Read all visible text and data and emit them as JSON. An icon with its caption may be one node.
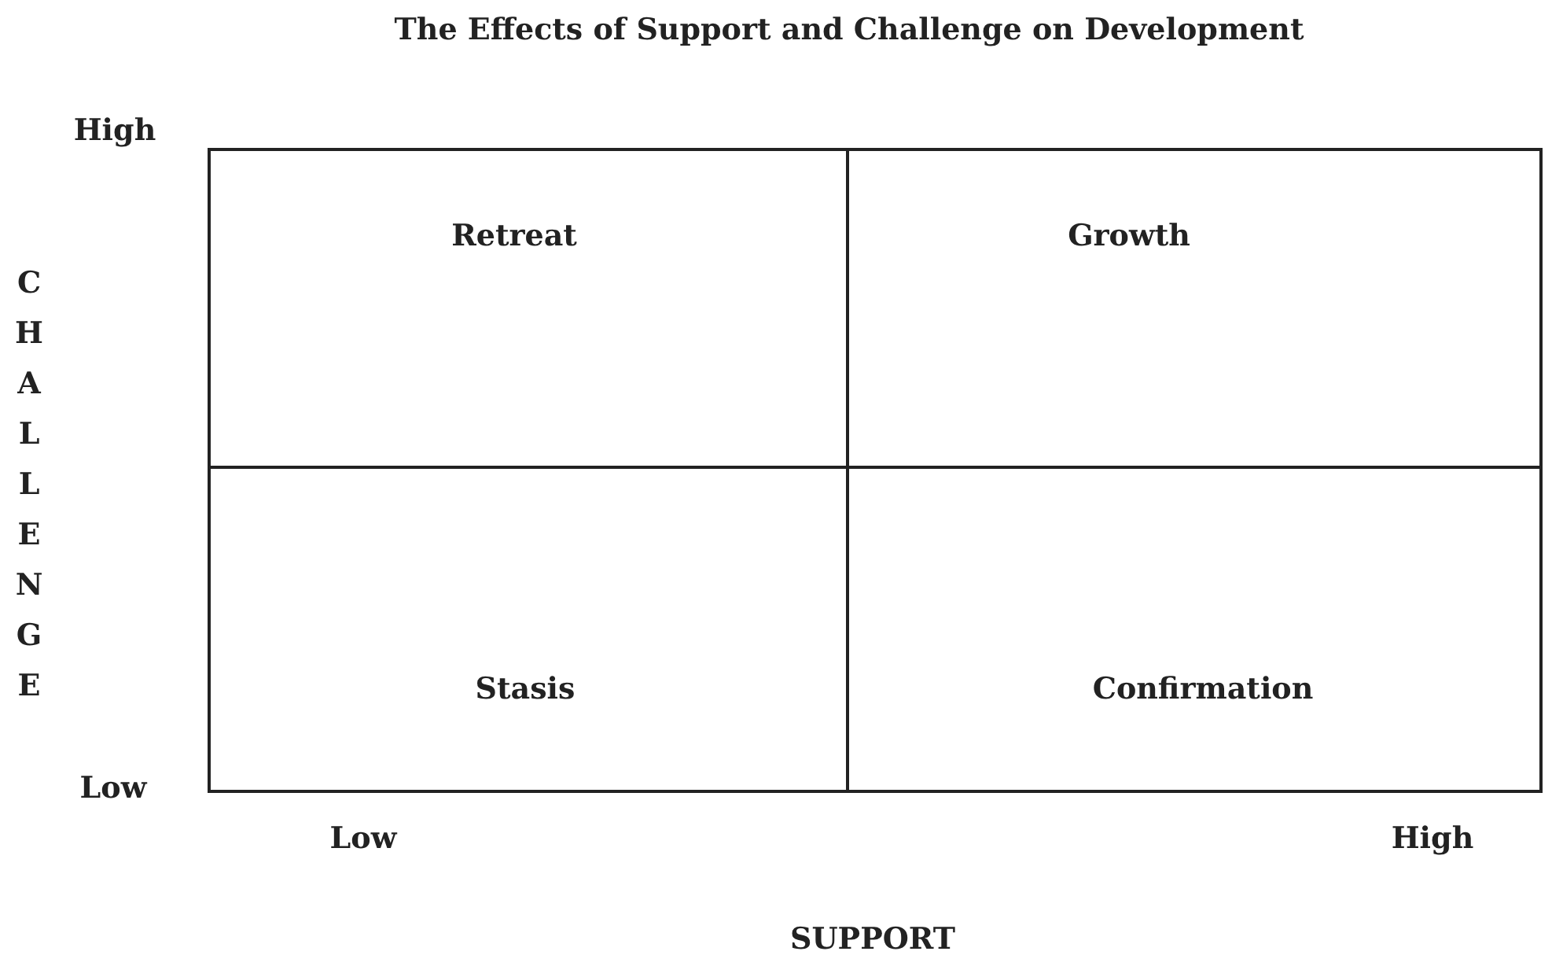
{
  "diagram": {
    "title": "The Effects of Support and Challenge on Development",
    "nodes": [
      {
        "text": [
          "Retreat"
        ]
      },
      {
        "text": [
          "Growth"
        ]
      },
      {
        "text": [
          "Stasis"
        ]
      },
      {
        "text": [
          "Confirmation"
        ]
      }
    ],
    "labels": [
      "High",
      "CHALLENGE",
      "Low",
      "Low",
      "High",
      "SUPPORT"
    ]
  }
}
